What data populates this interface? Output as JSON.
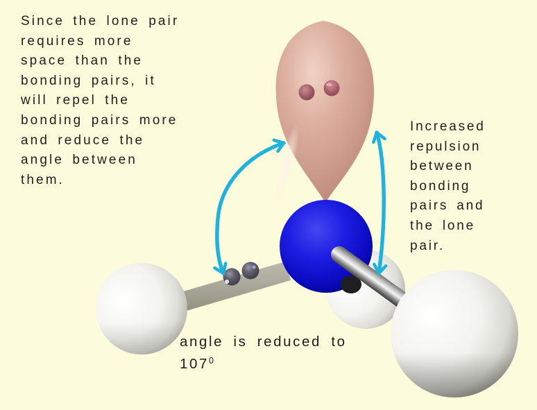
{
  "canvas": {
    "background_color": "#FCFBDB",
    "text_color": "#1E1E1E"
  },
  "left_note": {
    "lines": [
      "Since the lone pair",
      "requires more",
      "space than the",
      "bonding pairs, it",
      "will repel the",
      "bonding pairs more",
      "and reduce the",
      "angle between",
      "them."
    ]
  },
  "right_note": {
    "lines": [
      "Increased",
      "repulsion",
      "between",
      "bonding",
      "pairs and",
      "the lone",
      "pair."
    ]
  },
  "angle_caption": {
    "line1": "angle is reduced to",
    "angle_value": "107",
    "angle_superscript": "0"
  },
  "molecule": {
    "arrow_color": "#1FB2DC",
    "nitrogen_color": "#1A15DC",
    "hydrogen_color": "#F4F4F0",
    "lone_pair_lobe_color": "#D5A496",
    "lone_pair_electrons_color": "#A05A61",
    "bonding_electrons_color": "#55535F",
    "bond_left_color": "#A9A79A",
    "bond_right_color": "#C9C9C9"
  }
}
